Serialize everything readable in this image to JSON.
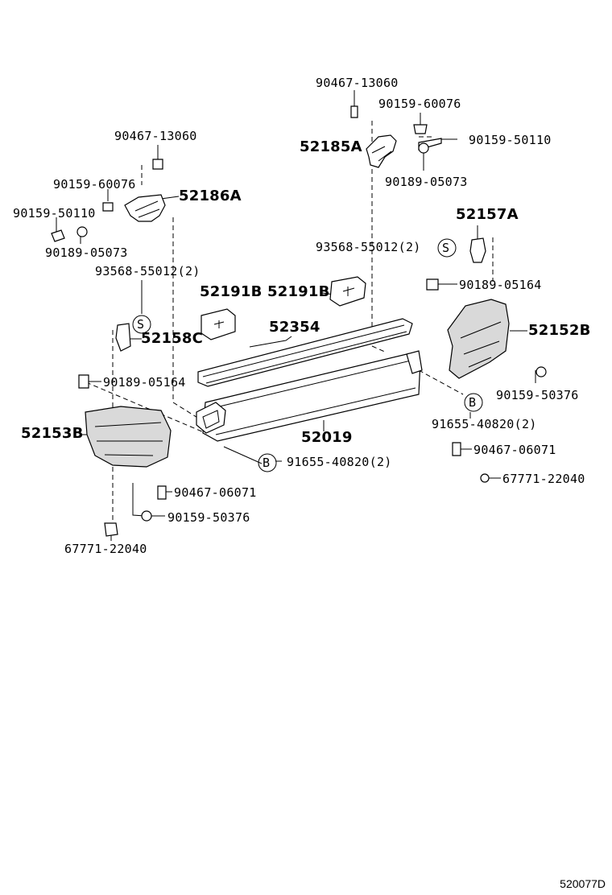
{
  "labels": {
    "l01": "90467-13060",
    "l02": "90159-60076",
    "l03": "52185A",
    "l04": "90159-50110",
    "l05": "90189-05073",
    "l06": "90467-13060",
    "l07": "52157A",
    "l08": "90159-60076",
    "l09": "52186A",
    "l10": "90159-50110",
    "l11": "93568-55012(2)",
    "l12": "90189-05073",
    "l13": "93568-55012(2)",
    "l14": "90189-05164",
    "l15": "52191B",
    "l16": "52191B",
    "l17": "52354",
    "l18": "52152B",
    "l19": "52158C",
    "l20": "90189-05164",
    "l21": "90159-50376",
    "l22": "52153B",
    "l23": "91655-40820(2)",
    "l24": "52019",
    "l25": "90467-06071",
    "l26": "91655-40820(2)",
    "l27": "67771-22040",
    "l28": "90467-06071",
    "l29": "90159-50376",
    "l30": "67771-22040",
    "s1": "S",
    "s2": "S",
    "b1": "B",
    "b2": "B"
  },
  "diagram_code": "520077D"
}
